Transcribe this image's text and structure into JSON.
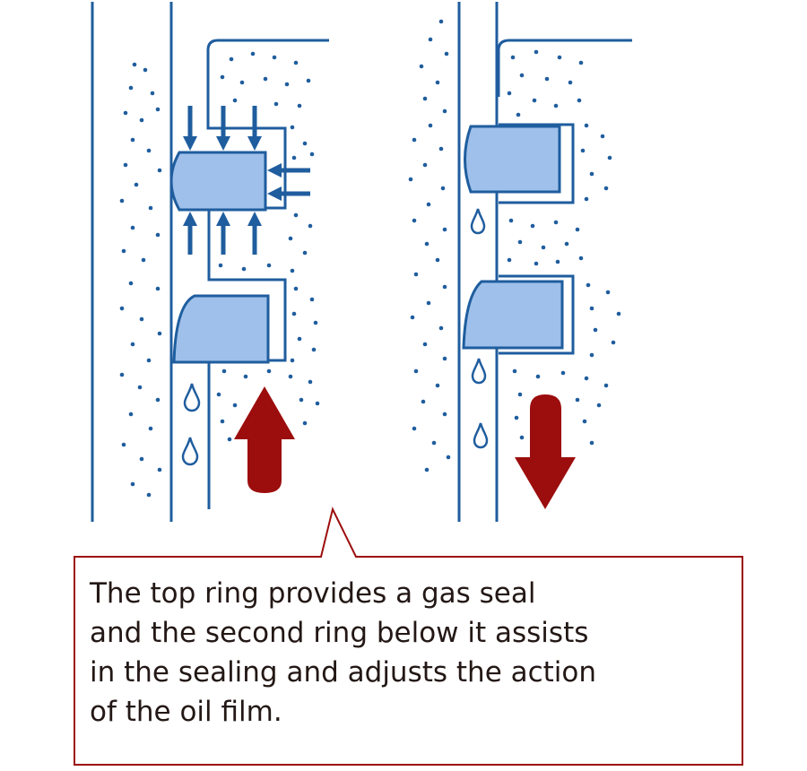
{
  "colors": {
    "line": "#1f5d9e",
    "ring_fill": "#9ec0ea",
    "ring_stroke": "#1f5d9e",
    "oil": "#1f5d9e",
    "motion_arrow": "#9c0d0d",
    "callout_border": "#9c0d0d",
    "text": "#231815"
  },
  "panels": [
    {
      "id": "left",
      "piston_motion": "up",
      "gas_pressure_arrows": true
    },
    {
      "id": "right",
      "piston_motion": "down",
      "gas_pressure_arrows": false
    }
  ],
  "icons": [
    "top-ring-icon",
    "second-ring-icon",
    "oil-droplet-icon",
    "pressure-arrow-icon",
    "motion-arrow-up-icon",
    "motion-arrow-down-icon"
  ],
  "caption": {
    "lines": [
      "The top ring provides a gas seal",
      "and the second ring below it assists",
      "in the sealing and adjusts the action",
      "of the oil film."
    ]
  }
}
